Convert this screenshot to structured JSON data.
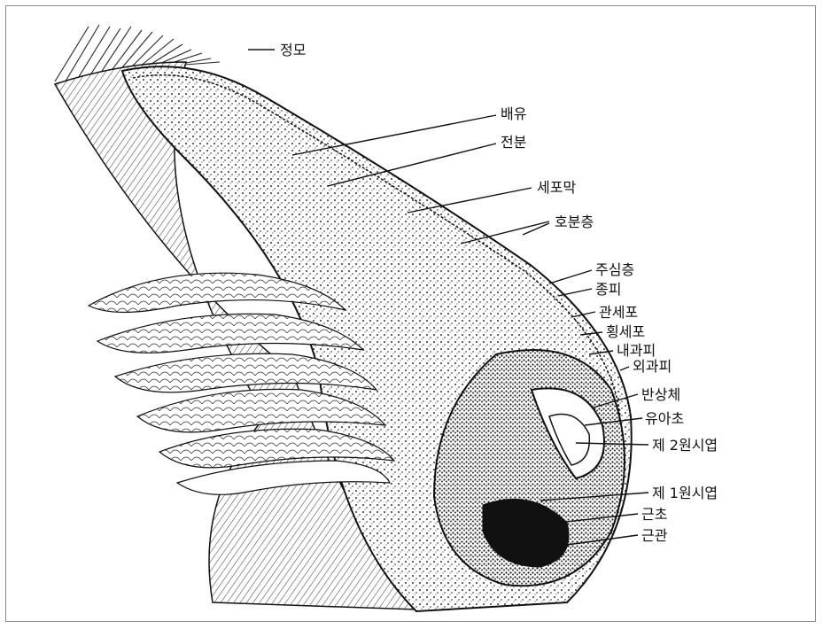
{
  "diagram": {
    "labels": [
      {
        "id": "hair",
        "text": "정모"
      },
      {
        "id": "endosperm",
        "text": "배유"
      },
      {
        "id": "starch",
        "text": "전분"
      },
      {
        "id": "cell-wall",
        "text": "세포막"
      },
      {
        "id": "aleurone",
        "text": "호분층"
      },
      {
        "id": "nucellus",
        "text": "주심층"
      },
      {
        "id": "seed-coat",
        "text": "종피"
      },
      {
        "id": "tube-cell",
        "text": "관세포"
      },
      {
        "id": "cross-cell",
        "text": "횡세포"
      },
      {
        "id": "inner-pericarp",
        "text": "내과피"
      },
      {
        "id": "outer-pericarp",
        "text": "외과피"
      },
      {
        "id": "scutellum",
        "text": "반상체"
      },
      {
        "id": "coleoptile",
        "text": "유아초"
      },
      {
        "id": "second-leaf",
        "text": "제 2원시엽"
      },
      {
        "id": "first-leaf",
        "text": "제 1원시엽"
      },
      {
        "id": "coleorhiza",
        "text": "근초"
      },
      {
        "id": "radicle",
        "text": "근관"
      }
    ],
    "colors": {
      "ink": "#111111",
      "paper": "#ffffff",
      "frame": "#8a8a8a",
      "tissue": "#d9d9d9"
    }
  }
}
